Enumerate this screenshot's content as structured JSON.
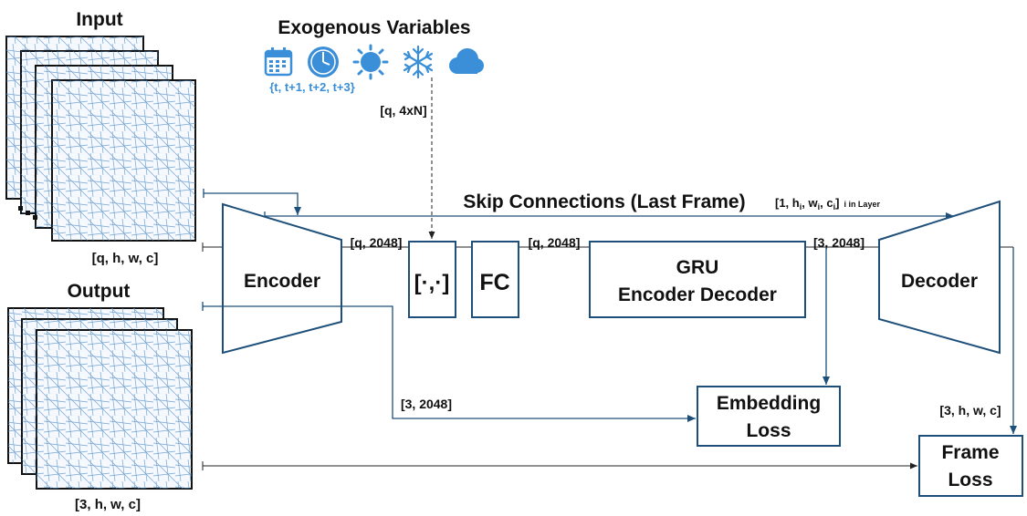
{
  "input": {
    "title": "Input",
    "shape": "[q, h, w, c]"
  },
  "output": {
    "title": "Output",
    "shape": "[3, h, w, c]"
  },
  "exogenous": {
    "title": "Exogenous Variables",
    "times": "{t, t+1, t+2, t+3}",
    "shape": "[q, 4xN]",
    "icons": [
      "calendar-icon",
      "clock-icon",
      "sun-icon",
      "snowflake-icon",
      "cloud-icon"
    ],
    "icon_color": "#3a8fd8"
  },
  "skip": {
    "title": "Skip Connections (Last Frame)",
    "shape_prefix": "[1, h",
    "shape_i1": "i",
    "shape_mid": ", w",
    "shape_i2": "i",
    "shape_mid2": ", c",
    "shape_i3": "i",
    "shape_suffix": "]",
    "shape_note": "i in Layer"
  },
  "blocks": {
    "encoder": "Encoder",
    "concat": "[·,·]",
    "fc": "FC",
    "gru_line1": "GRU",
    "gru_line2": "Encoder Decoder",
    "decoder": "Decoder",
    "embedding_line1": "Embedding",
    "embedding_line2": "Loss",
    "frame_line1": "Frame",
    "frame_line2": "Loss"
  },
  "shapes": {
    "enc_out": "[q, 2048]",
    "fc_out": "[q, 2048]",
    "gru_out": "[3, 2048]",
    "target_emb": "[3, 2048]",
    "dec_out": "[3, h, w, c]"
  },
  "colors": {
    "line": "#1d4f7a",
    "accent": "#3a8fd8"
  }
}
